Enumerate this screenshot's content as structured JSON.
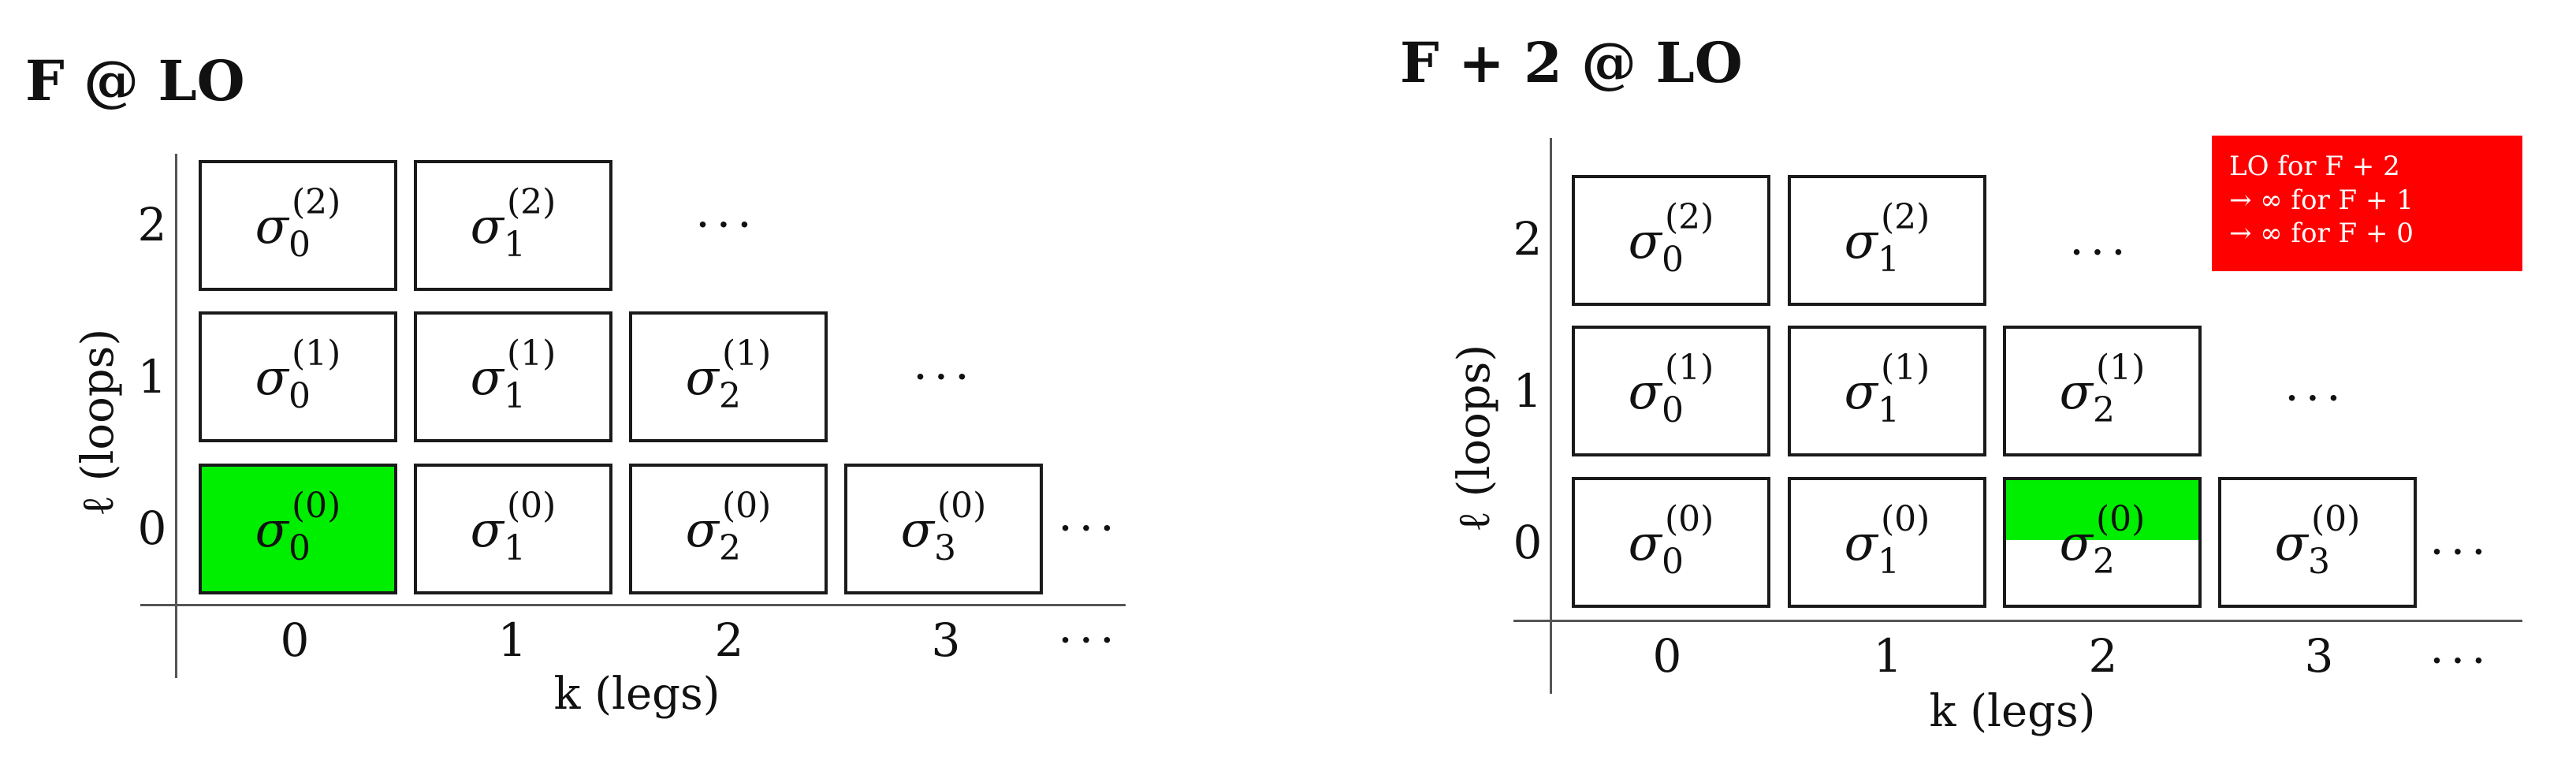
{
  "panels": [
    {
      "title": "F @ LO",
      "ylabel": "ℓ (loops)",
      "xlabel": "k (legs)",
      "xticks": [
        "0",
        "1",
        "2",
        "3"
      ],
      "yticks": [
        "0",
        "1",
        "2"
      ],
      "ellipsis": "···",
      "cells": [
        {
          "l": 0,
          "k": 0,
          "symbol": "σ",
          "sub": "0",
          "sup": "(0)",
          "highlight": "full"
        },
        {
          "l": 0,
          "k": 1,
          "symbol": "σ",
          "sub": "1",
          "sup": "(0)",
          "highlight": "none"
        },
        {
          "l": 0,
          "k": 2,
          "symbol": "σ",
          "sub": "2",
          "sup": "(0)",
          "highlight": "none"
        },
        {
          "l": 0,
          "k": 3,
          "symbol": "σ",
          "sub": "3",
          "sup": "(0)",
          "highlight": "none"
        },
        {
          "l": 1,
          "k": 0,
          "symbol": "σ",
          "sub": "0",
          "sup": "(1)",
          "highlight": "none"
        },
        {
          "l": 1,
          "k": 1,
          "symbol": "σ",
          "sub": "1",
          "sup": "(1)",
          "highlight": "none"
        },
        {
          "l": 1,
          "k": 2,
          "symbol": "σ",
          "sub": "2",
          "sup": "(1)",
          "highlight": "none"
        },
        {
          "l": 2,
          "k": 0,
          "symbol": "σ",
          "sub": "0",
          "sup": "(2)",
          "highlight": "none"
        },
        {
          "l": 2,
          "k": 1,
          "symbol": "σ",
          "sub": "1",
          "sup": "(2)",
          "highlight": "none"
        }
      ]
    },
    {
      "title": "F + 2 @ LO",
      "ylabel": "ℓ (loops)",
      "xlabel": "k (legs)",
      "xticks": [
        "0",
        "1",
        "2",
        "3"
      ],
      "yticks": [
        "0",
        "1",
        "2"
      ],
      "ellipsis": "···",
      "legend": [
        "LO for F + 2",
        "→ ∞ for F + 1",
        "→ ∞ for F + 0"
      ],
      "cells": [
        {
          "l": 0,
          "k": 0,
          "symbol": "σ",
          "sub": "0",
          "sup": "(0)",
          "highlight": "none"
        },
        {
          "l": 0,
          "k": 1,
          "symbol": "σ",
          "sub": "1",
          "sup": "(0)",
          "highlight": "none"
        },
        {
          "l": 0,
          "k": 2,
          "symbol": "σ",
          "sub": "2",
          "sup": "(0)",
          "highlight": "top-half"
        },
        {
          "l": 0,
          "k": 3,
          "symbol": "σ",
          "sub": "3",
          "sup": "(0)",
          "highlight": "none"
        },
        {
          "l": 1,
          "k": 0,
          "symbol": "σ",
          "sub": "0",
          "sup": "(1)",
          "highlight": "none"
        },
        {
          "l": 1,
          "k": 1,
          "symbol": "σ",
          "sub": "1",
          "sup": "(1)",
          "highlight": "none"
        },
        {
          "l": 1,
          "k": 2,
          "symbol": "σ",
          "sub": "2",
          "sup": "(1)",
          "highlight": "none"
        },
        {
          "l": 2,
          "k": 0,
          "symbol": "σ",
          "sub": "0",
          "sup": "(2)",
          "highlight": "none"
        },
        {
          "l": 2,
          "k": 1,
          "symbol": "σ",
          "sub": "1",
          "sup": "(2)",
          "highlight": "none"
        }
      ]
    }
  ],
  "colors": {
    "highlight": "#00ee00",
    "legend_bg": "#ff0000",
    "axis": "#555555"
  }
}
